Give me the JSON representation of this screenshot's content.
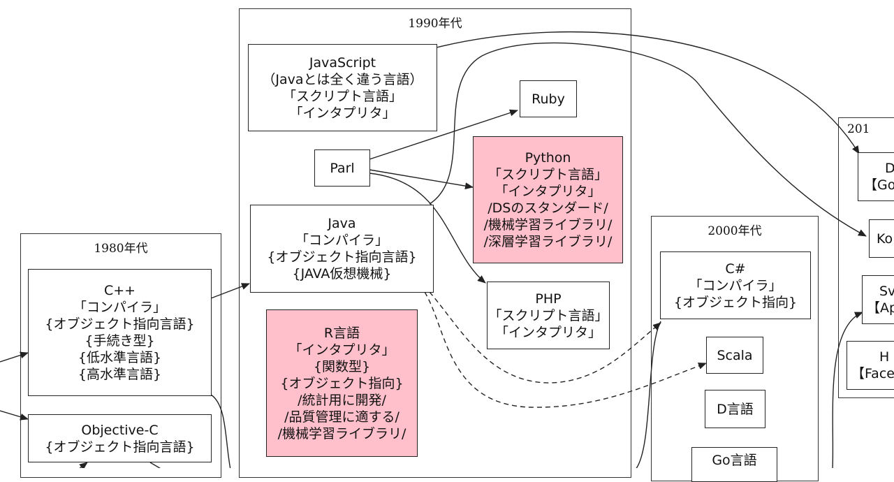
{
  "clusters": {
    "c1980": {
      "title": "1980年代"
    },
    "c1990": {
      "title": "1990年代"
    },
    "c2000": {
      "title": "2000年代"
    },
    "c2010": {
      "title": "201"
    }
  },
  "nodes": {
    "javascript": [
      "JavaScript",
      "（Javaとは全く違う言語）",
      "「スクリプト言語」",
      "「インタプリタ」"
    ],
    "ruby": [
      "Ruby"
    ],
    "parl": [
      "Parl"
    ],
    "python": [
      "Python",
      "「スクリプト言語」",
      "「インタプリタ」",
      "/DSのスタンダード/",
      "/機械学習ライブラリ/",
      "/深層学習ライブラリ/"
    ],
    "java": [
      "Java",
      "「コンパイラ」",
      "{オブジェクト指向言語}",
      "{JAVA仮想機械}"
    ],
    "php": [
      "PHP",
      "「スクリプト言語」",
      "「インタプリタ」"
    ],
    "r": [
      "R言語",
      "「インタプリタ」",
      "{関数型}",
      "{オブジェクト指向}",
      "/統計用に開発/",
      "/品質管理に適する/",
      "/機械学習ライブラリ/"
    ],
    "cpp": [
      "C++",
      "「コンパイラ」",
      "{オブジェクト指向言語}",
      "{手続き型}",
      "{低水準言語}",
      "{高水準言語}"
    ],
    "objc": [
      "Objective-C",
      "{オブジェクト指向言語}"
    ],
    "csharp": [
      "C#",
      "「コンパイラ」",
      "{オブジェクト指向}"
    ],
    "scala": [
      "Scala"
    ],
    "dlang": [
      "D言語"
    ],
    "golang": [
      "Go言語"
    ],
    "n2010_a": [
      "D",
      "【Go"
    ],
    "n2010_b": [
      "Ko"
    ],
    "n2010_c": [
      "Sv",
      "【Ap"
    ],
    "n2010_d": [
      "H",
      "【Face"
    ]
  },
  "colors": {
    "highlight": "#ffc0cb",
    "edge": "#222222"
  }
}
